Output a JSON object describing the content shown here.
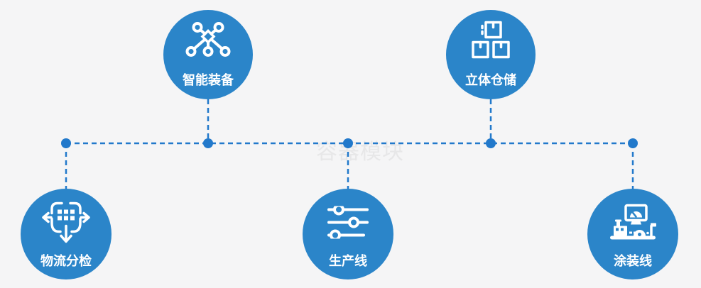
{
  "watermark": "容器模块",
  "colors": {
    "background": "#f5f5f6",
    "circle": "#2b85c9",
    "connector": "#2279cb",
    "icon": "#ffffff",
    "label": "#ffffff",
    "watermark": "#e7e7e8"
  },
  "nodes": [
    {
      "id": "smart-equipment",
      "label": "智能装备",
      "icon": "network-nodes-icon"
    },
    {
      "id": "stereo-warehouse",
      "label": "立体仓储",
      "icon": "stacked-boxes-icon"
    },
    {
      "id": "logistics-sorting",
      "label": "物流分检",
      "icon": "sorting-arrows-icon"
    },
    {
      "id": "production-line",
      "label": "生产线",
      "icon": "sliders-icon"
    },
    {
      "id": "coating-line",
      "label": "涂装线",
      "icon": "machine-gauge-icon"
    }
  ]
}
